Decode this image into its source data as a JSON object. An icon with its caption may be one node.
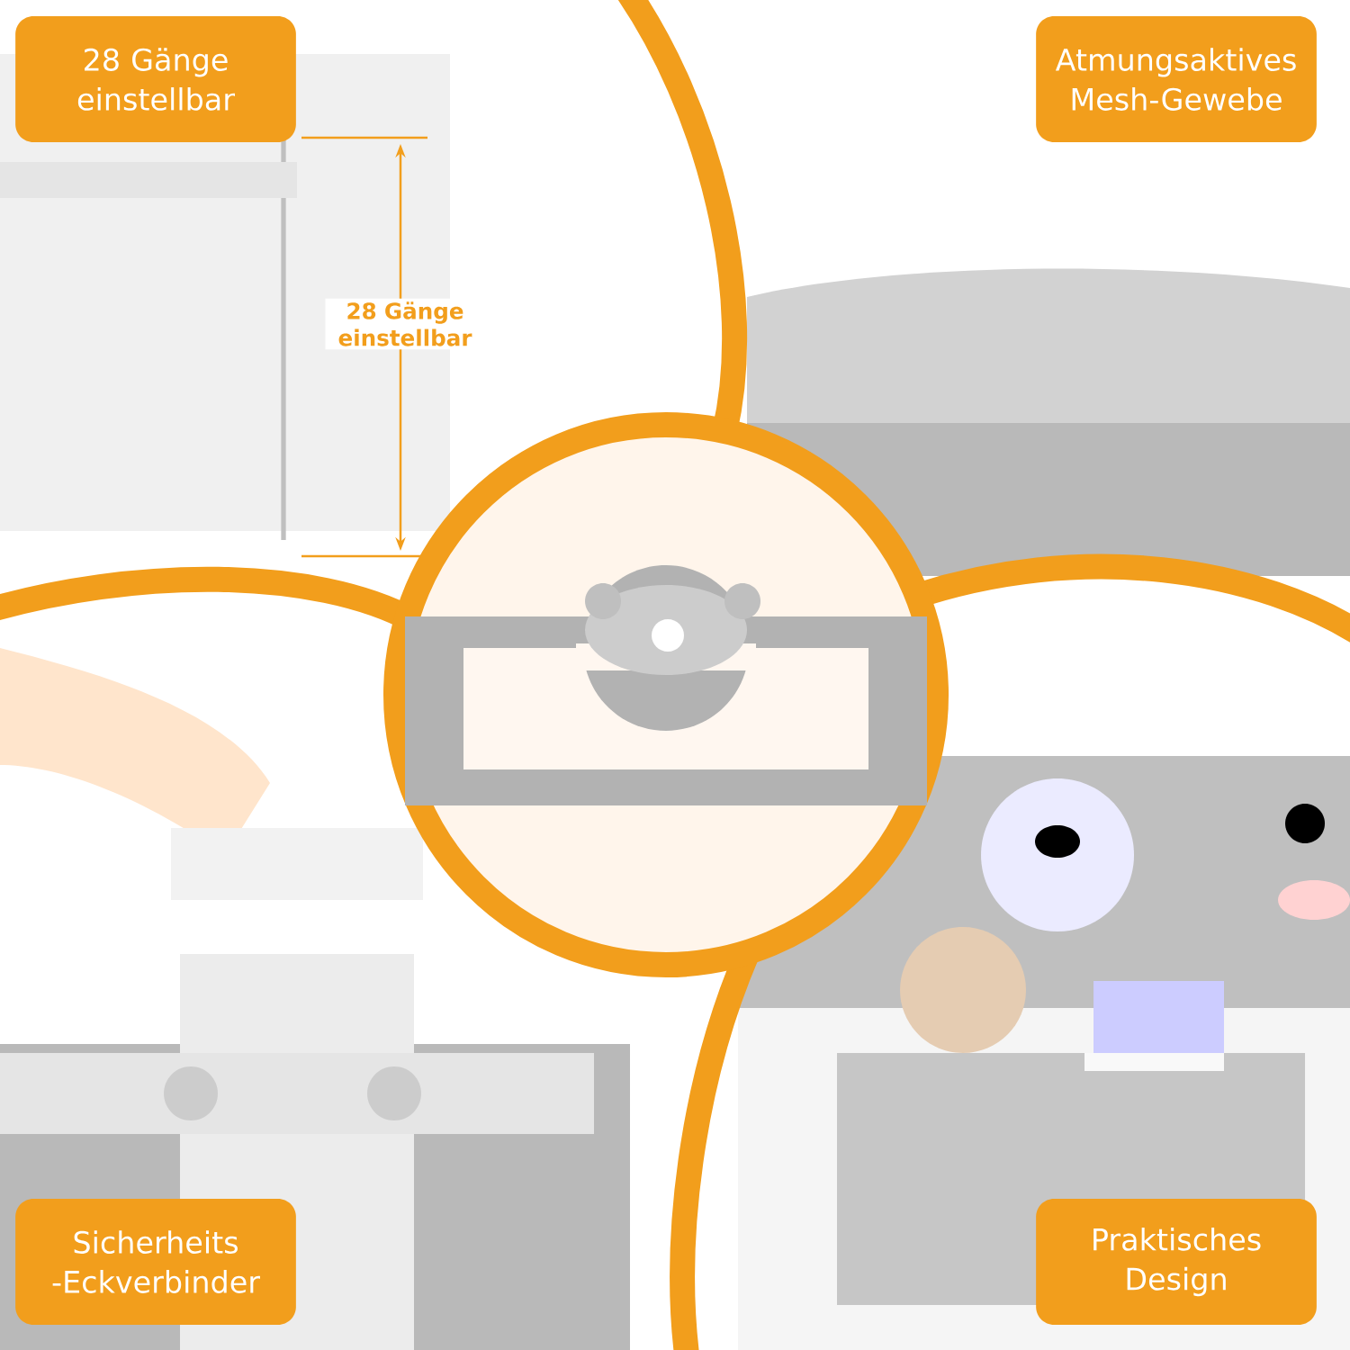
{
  "diagram": {
    "nodes": [
      {
        "text": [
          "28 Gänge einstellbar"
        ]
      },
      {
        "text": [
          "Atmungsaktives Mesh-Gewebe"
        ]
      },
      {
        "text": [
          "Sicherheits -Eckverbinder"
        ]
      },
      {
        "text": [
          "Praktisches Design"
        ]
      }
    ],
    "labels": [
      "28 Gänge einstellbar"
    ]
  }
}
